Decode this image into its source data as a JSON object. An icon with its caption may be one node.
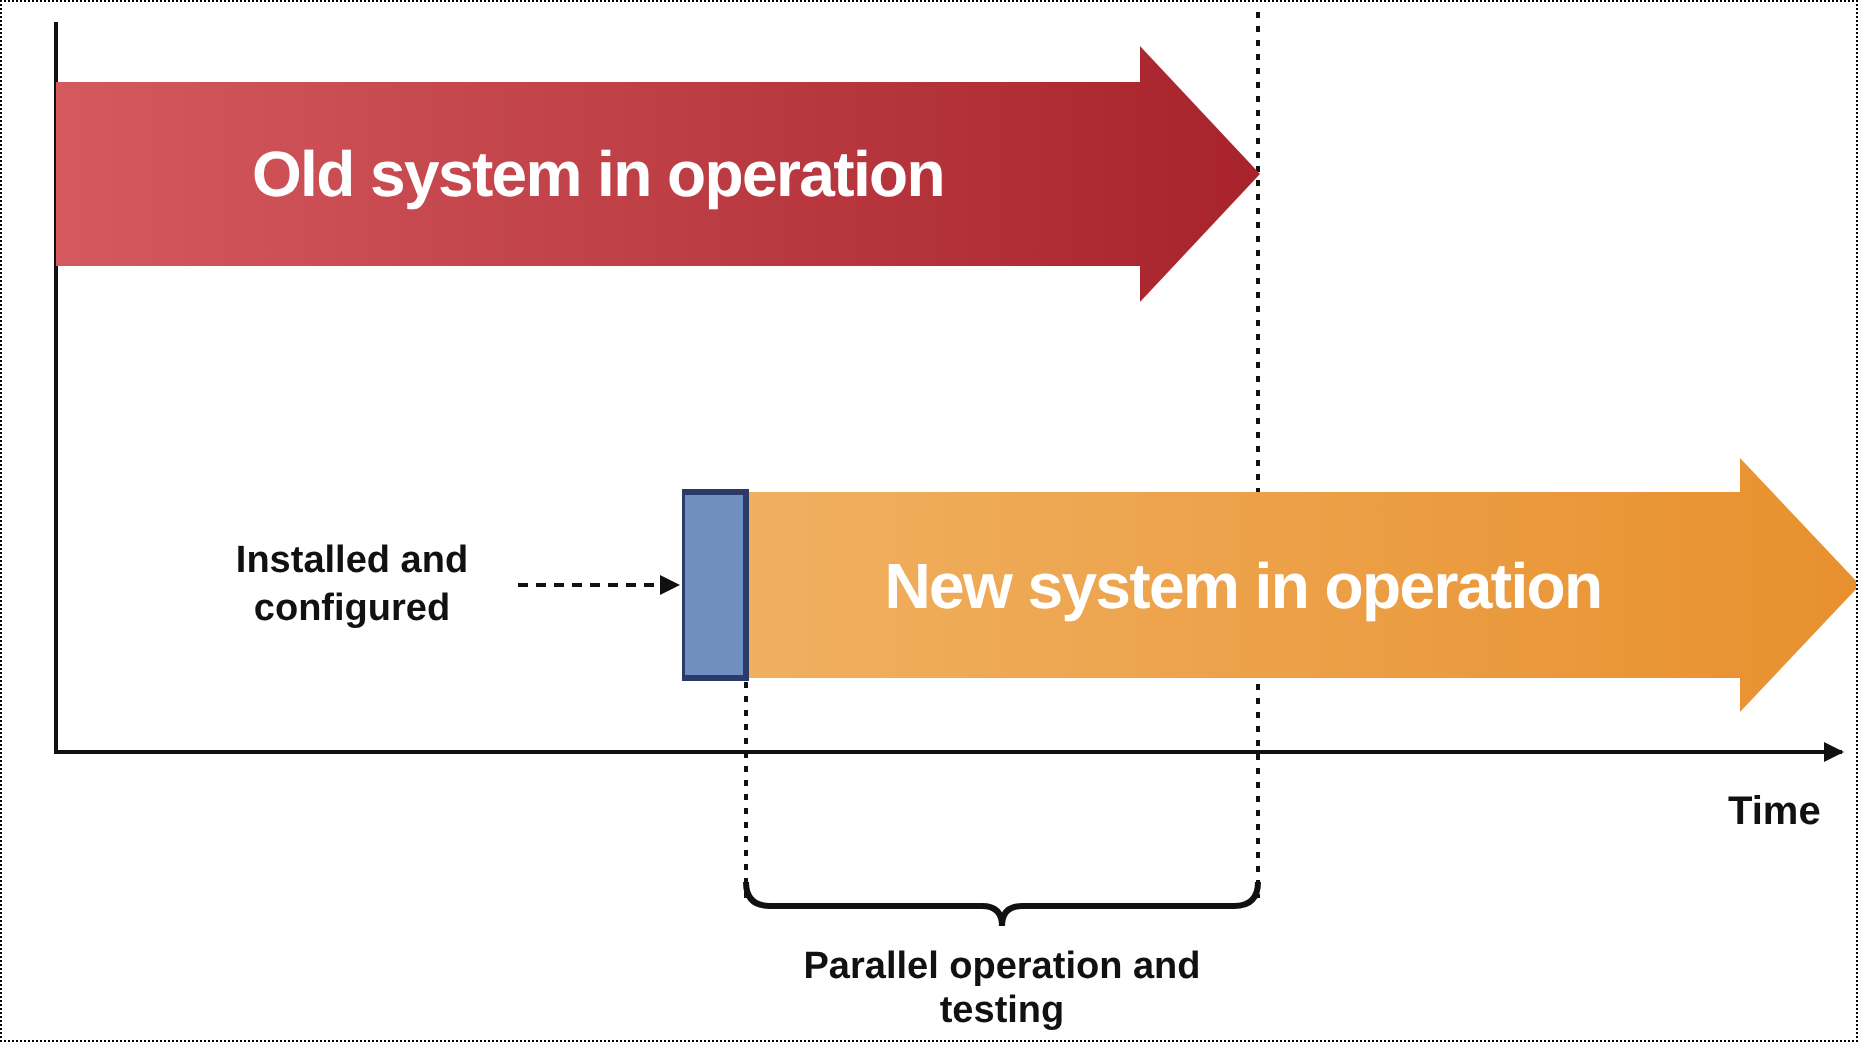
{
  "diagram": {
    "nodes": [
      {
        "text": [
          "Old system in operation"
        ]
      },
      {
        "text": [
          "New system in operation"
        ]
      },
      {
        "text": [
          "Installed and configured"
        ]
      }
    ],
    "edges": [
      {
        "from": 2,
        "to": 1,
        "arrow": "to",
        "style": "dashed"
      }
    ],
    "labels": [
      "Time",
      "Parallel operation and testing"
    ]
  }
}
